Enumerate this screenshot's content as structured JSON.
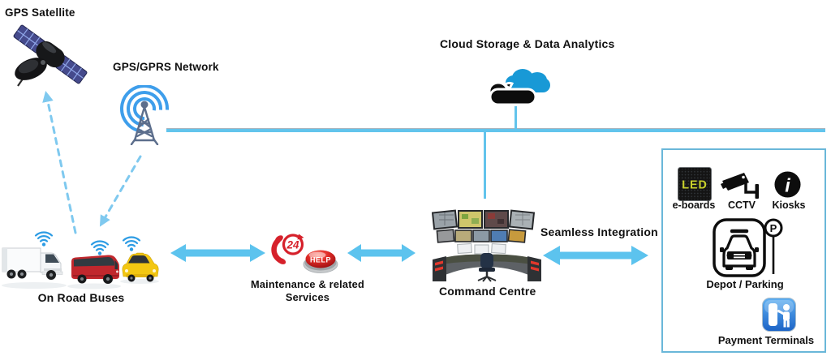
{
  "colors": {
    "arrow_blue": "#5CC3EE",
    "backbone_blue": "#62C4EC",
    "dashed_link_blue": "#7FC9EF",
    "signal_arc_blue": "#3E9EEB",
    "wifi_blue": "#2D9CE4",
    "cloud_blue": "#1899D6",
    "cloud_black": "#0D0D0D",
    "integration_box_border": "#6AB7D9",
    "help_red": "#D6212B",
    "led_yellow": "#C9D22B",
    "bus_red": "#C1272D",
    "taxi_yellow": "#F3C712",
    "payment_blue": "#2C79D8",
    "label_black": "#101010"
  },
  "nodes": {
    "gps_satellite": {
      "label": "GPS Satellite"
    },
    "gps_gprs_network": {
      "label": "GPS/GPRS Network"
    },
    "cloud_storage": {
      "label": "Cloud Storage & Data Analytics"
    },
    "on_road_buses": {
      "label": "On Road Buses"
    },
    "maintenance": {
      "label_line1": "Maintenance & related",
      "label_line2": "Services",
      "badge_number": "24",
      "badge_text": "HELP"
    },
    "command_centre": {
      "label": "Command Centre"
    },
    "seamless_integration": {
      "label": "Seamless Integration"
    }
  },
  "integration_box": {
    "e_boards": {
      "label": "e-boards",
      "led_text": "LED"
    },
    "cctv": {
      "label": "CCTV"
    },
    "kiosks": {
      "label": "Kiosks",
      "info_glyph": "i"
    },
    "depot_parking": {
      "label": "Depot / Parking",
      "sign_glyph": "P"
    },
    "payment_terminals": {
      "label": "Payment Terminals"
    }
  }
}
